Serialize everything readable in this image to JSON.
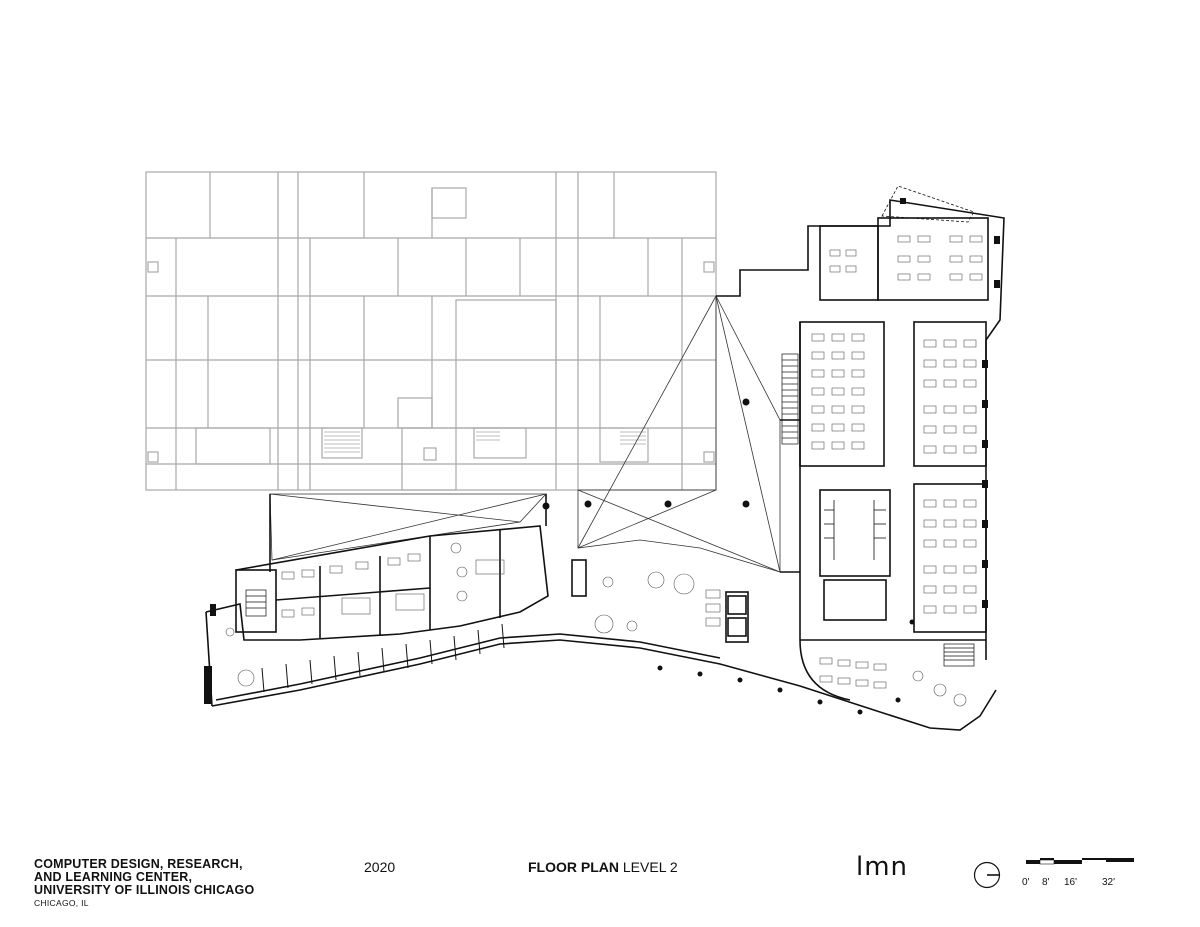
{
  "project": {
    "title_lines": [
      "COMPUTER DESIGN, RESEARCH,",
      "AND LEARNING CENTER,",
      "UNIVERSITY OF ILLINOIS CHICAGO"
    ],
    "location": "CHICAGO, IL"
  },
  "year": "2020",
  "sheet": {
    "title_bold": "FLOOR PLAN",
    "title_rest": " LEVEL 2"
  },
  "logo": "lmn",
  "scale_bar": {
    "labels": [
      "0'",
      "8'",
      "16'",
      "32'"
    ]
  },
  "colors": {
    "existing_building": "#a8a8a8",
    "new_construction": "#111111",
    "background": "#ffffff"
  },
  "icons": [
    "north-arrow-icon",
    "scale-bar-icon"
  ]
}
